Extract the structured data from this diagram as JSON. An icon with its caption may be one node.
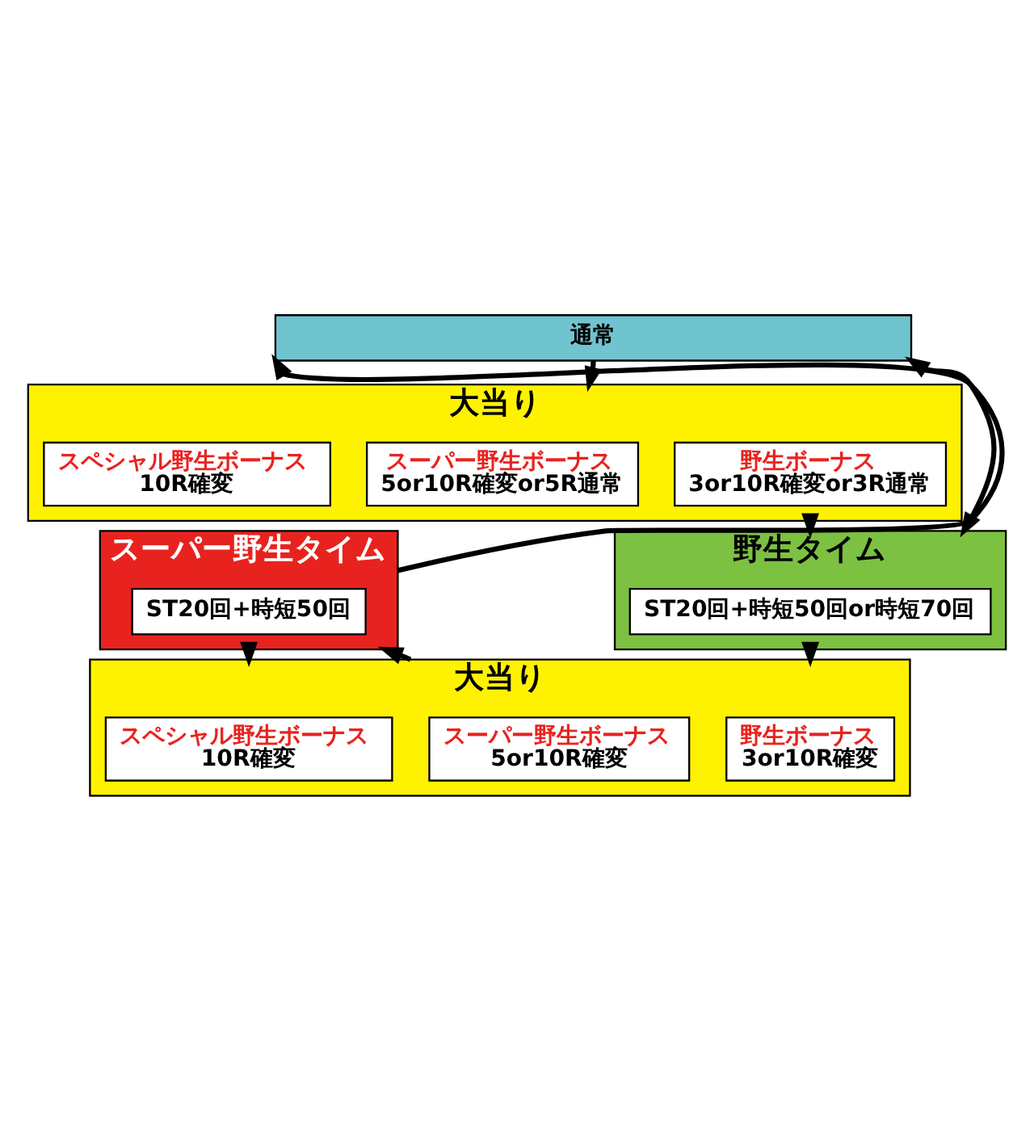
{
  "diagram": {
    "nodes": [
      {
        "text": [
          "通常"
        ]
      },
      {
        "text": [
          "大当り"
        ]
      },
      {
        "text": [
          "スペシャル野生ボーナス",
          "10R確変"
        ],
        "in": 1
      },
      {
        "text": [
          "スーパー野生ボーナス",
          "5or10R確変or5R通常"
        ],
        "in": 1
      },
      {
        "text": [
          "野生ボーナス",
          "3or10R確変or3R通常"
        ],
        "in": 1
      },
      {
        "text": [
          "スーパー野生タイム"
        ]
      },
      {
        "text": [
          "ST20回+時短50回"
        ],
        "in": 5
      },
      {
        "text": [
          "野生タイム"
        ]
      },
      {
        "text": [
          "ST20回+時短50回or時短70回"
        ],
        "in": 7
      },
      {
        "text": [
          "大当り"
        ]
      },
      {
        "text": [
          "スペシャル野生ボーナス",
          "10R確変"
        ],
        "in": 9
      },
      {
        "text": [
          "スーパー野生ボーナス",
          "5or10R確変"
        ],
        "in": 9
      },
      {
        "text": [
          "野生ボーナス",
          "3or10R確変"
        ],
        "in": 9
      }
    ],
    "edges": [
      {
        "from": 5,
        "to": 0,
        "arrow": "to"
      },
      {
        "from": 0,
        "to": 1,
        "arrow": "to"
      },
      {
        "from": 0,
        "to": 7,
        "arrow": "both"
      },
      {
        "from": 1,
        "to": 7,
        "arrow": "to"
      },
      {
        "from": 5,
        "to": 9,
        "arrow": "to"
      },
      {
        "from": 9,
        "to": 5,
        "arrow": "to"
      },
      {
        "from": 7,
        "to": 9,
        "arrow": "to"
      }
    ]
  }
}
